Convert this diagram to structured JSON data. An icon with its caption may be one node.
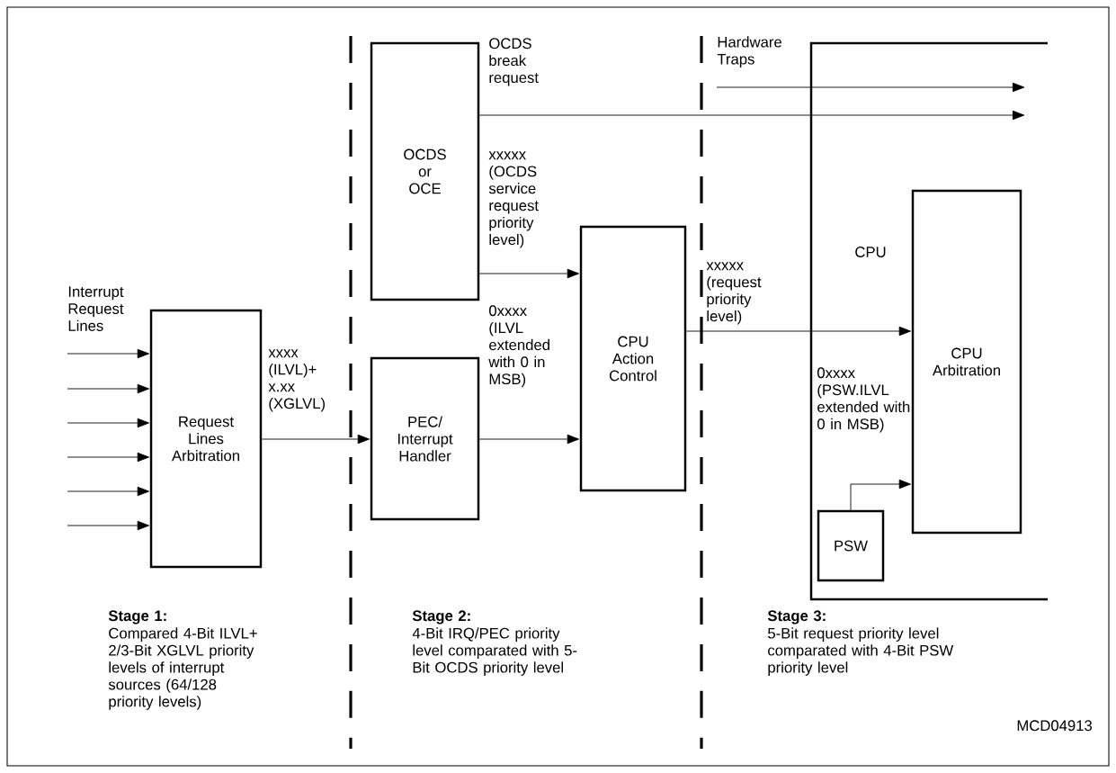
{
  "diagram": {
    "nodes": [
      {
        "text": [
          "Request Lines Arbitration"
        ]
      },
      {
        "text": [
          "OCDS or OCE"
        ]
      },
      {
        "text": [
          "PEC/ Interrupt Handler"
        ]
      },
      {
        "text": [
          "CPU Action Control"
        ]
      },
      {
        "text": [
          "CPU"
        ]
      },
      {
        "text": [
          "CPU Arbitration"
        ],
        "in": 4
      },
      {
        "text": [
          "PSW"
        ],
        "in": 4
      },
      {
        "text": [
          "Hardware Traps"
        ]
      }
    ],
    "edges": [
      {
        "from": null,
        "to": 0,
        "arrow": "to"
      },
      {
        "from": null,
        "to": 0,
        "arrow": "to"
      },
      {
        "from": null,
        "to": 0,
        "arrow": "to"
      },
      {
        "from": null,
        "to": 0,
        "arrow": "to"
      },
      {
        "from": null,
        "to": 0,
        "arrow": "to"
      },
      {
        "from": null,
        "to": 0,
        "arrow": "to"
      },
      {
        "from": 0,
        "to": 2,
        "arrow": "to",
        "label": "xxxx (ILVL)+ x.xx (XGLVL)"
      },
      {
        "from": 1,
        "to": null,
        "arrow": "to",
        "label": "OCDS break request"
      },
      {
        "from": 7,
        "to": null,
        "arrow": "to"
      },
      {
        "from": 1,
        "to": 3,
        "arrow": "to",
        "label": "xxxxx (OCDS service request priority level)"
      },
      {
        "from": 2,
        "to": 3,
        "arrow": "to",
        "label": "0xxxx (ILVL extended with 0 in MSB)"
      },
      {
        "from": 3,
        "to": 5,
        "arrow": "to",
        "label": "xxxxx (request priority level)"
      },
      {
        "from": 6,
        "to": 5,
        "arrow": "to",
        "label": "0xxxx (PSW.ILVL extended with 0 in MSB)"
      }
    ],
    "labels": [
      "Interrupt Request Lines",
      "Stage 1:",
      "Compared 4-Bit ILVL+ 2/3-Bit XGLVL priority levels of interrupt sources (64/128 priority levels)",
      "Stage 2:",
      "4-Bit IRQ/PEC priority level comparated with 5-Bit OCDS priority level",
      "Stage 3:",
      "5-Bit request priority level comparated with 4-Bit PSW priority level",
      "MCD04913"
    ]
  }
}
